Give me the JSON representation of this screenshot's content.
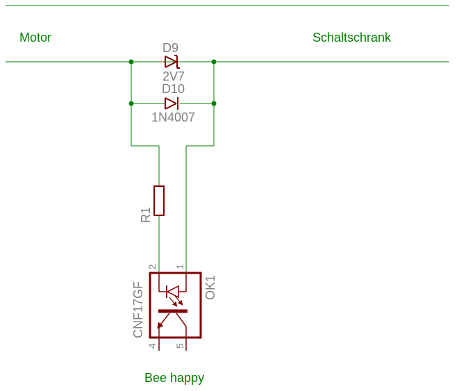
{
  "colors": {
    "wire": "#008000",
    "part": "#800000",
    "name_text": "#808080",
    "net_text": "#008000",
    "background": "#ffffff"
  },
  "nets": {
    "left_label": "Motor",
    "right_label": "Schaltschrank",
    "bottom_label": "Bee happy"
  },
  "parts": {
    "d9": {
      "name": "D9",
      "value": "2V7"
    },
    "d10": {
      "name": "D10",
      "value": "1N4007"
    },
    "r1": {
      "name": "R1"
    },
    "ok1": {
      "name": "OK1",
      "value": "CNF17GF",
      "pins": {
        "p1": "1",
        "p2": "2",
        "p4": "4",
        "p5": "5"
      }
    }
  }
}
